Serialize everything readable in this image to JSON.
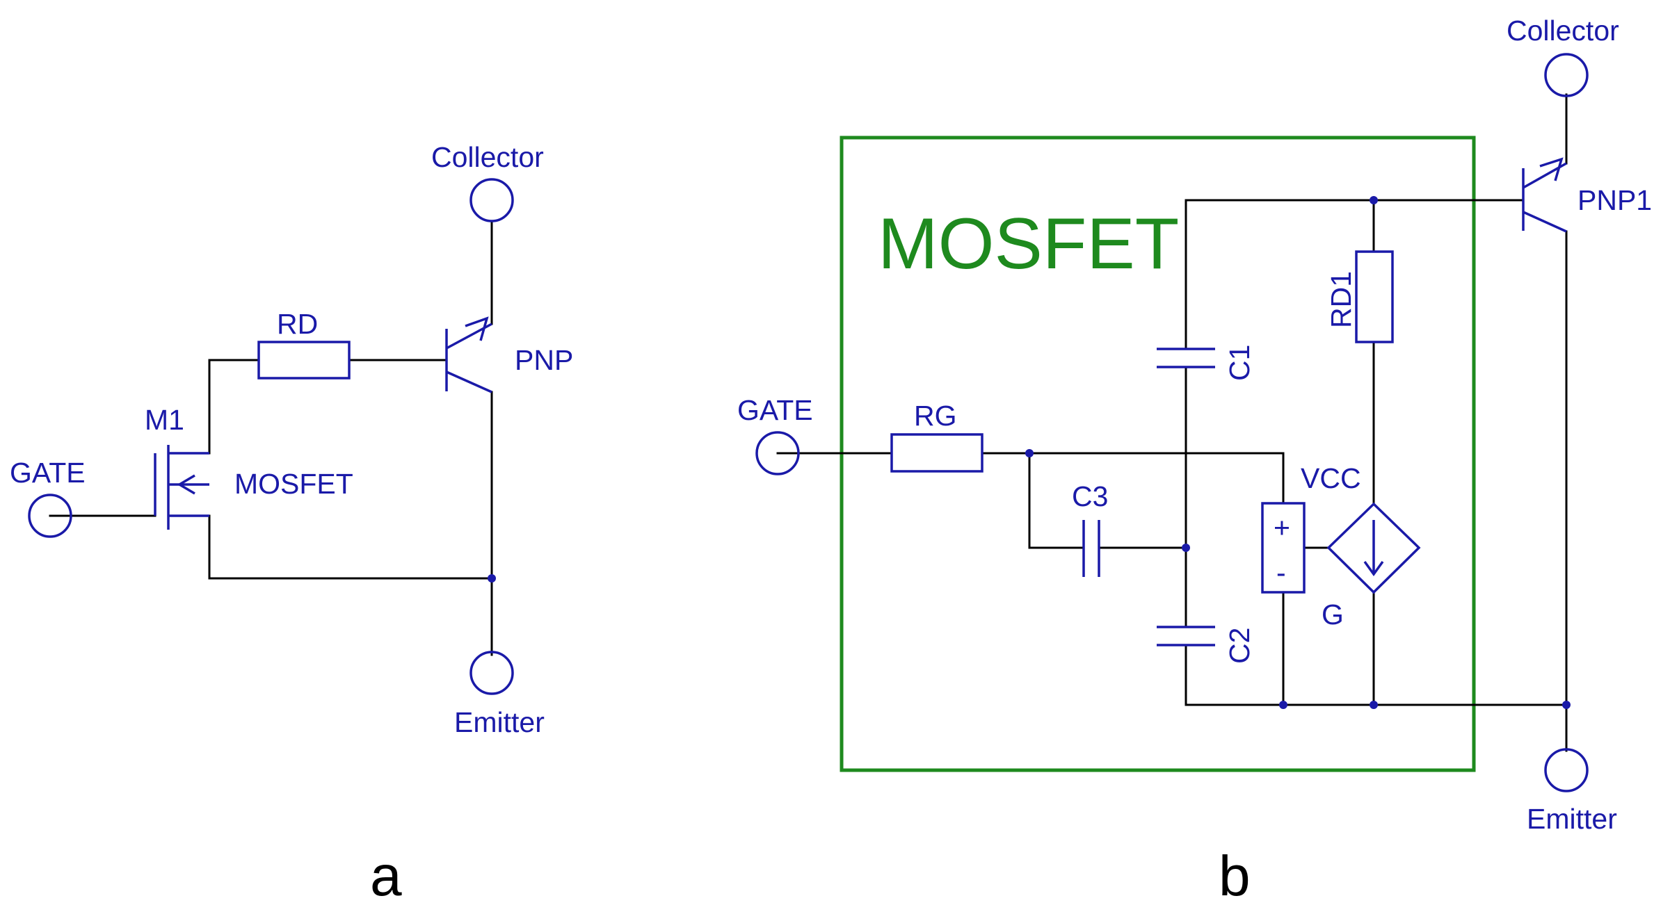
{
  "panel_a": {
    "panel_label": "a",
    "terminals": {
      "gate": "GATE",
      "collector": "Collector",
      "emitter": "Emitter"
    },
    "components": {
      "resistor": "RD",
      "transistor": "PNP",
      "mosfet_ref": "M1",
      "mosfet_type": "MOSFET"
    }
  },
  "panel_b": {
    "panel_label": "b",
    "box_title": "MOSFET",
    "terminals": {
      "gate": "GATE",
      "collector": "Collector",
      "emitter": "Emitter"
    },
    "components": {
      "gate_resistor": "RG",
      "drain_resistor": "RD1",
      "cap_c1": "C1",
      "cap_c2": "C2",
      "cap_c3": "C3",
      "voltage_source": "VCC",
      "current_source": "G",
      "transistor": "PNP1",
      "plus_sign": "+",
      "minus_sign": "-"
    }
  },
  "colors": {
    "component": "#1a1aa8",
    "wire": "#000000",
    "box": "#1e8a1e",
    "background": "#ffffff"
  }
}
